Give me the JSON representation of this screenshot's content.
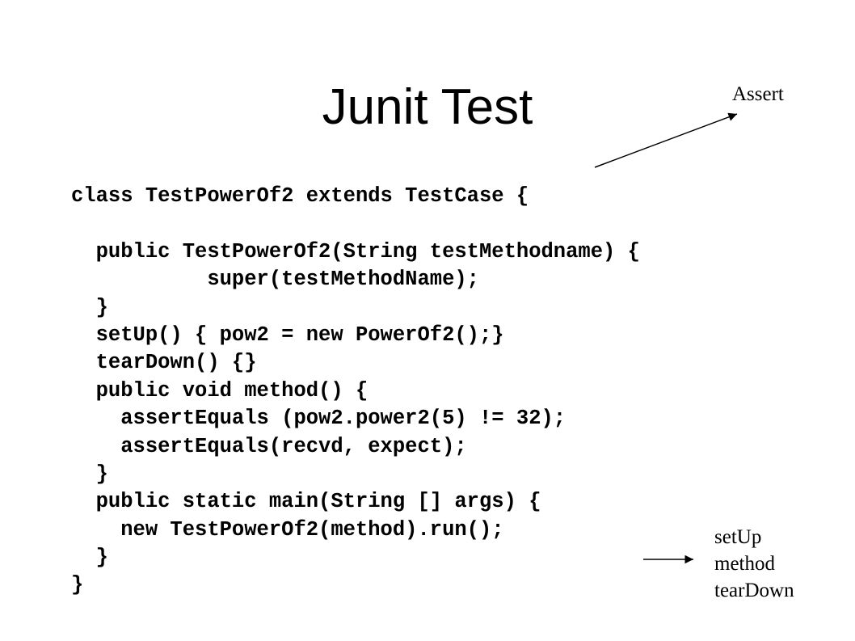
{
  "slide": {
    "title": "Junit Test",
    "code_lines": [
      "class TestPowerOf2 extends TestCase {",
      "",
      "  public TestPowerOf2(String testMethodname) {",
      "           super(testMethodName);",
      "  }",
      "  setUp() { pow2 = new PowerOf2();}",
      "  tearDown() {}",
      "  public void method() {",
      "    assertEquals (pow2.power2(5) != 32);",
      "    assertEquals(recvd, expect);",
      "  }",
      "  public static main(String [] args) {",
      "    new TestPowerOf2(method).run();",
      "  }",
      "}"
    ],
    "annotations": {
      "assert_label": "Assert",
      "sequence": [
        "setUp",
        "method",
        "tearDown"
      ]
    }
  }
}
